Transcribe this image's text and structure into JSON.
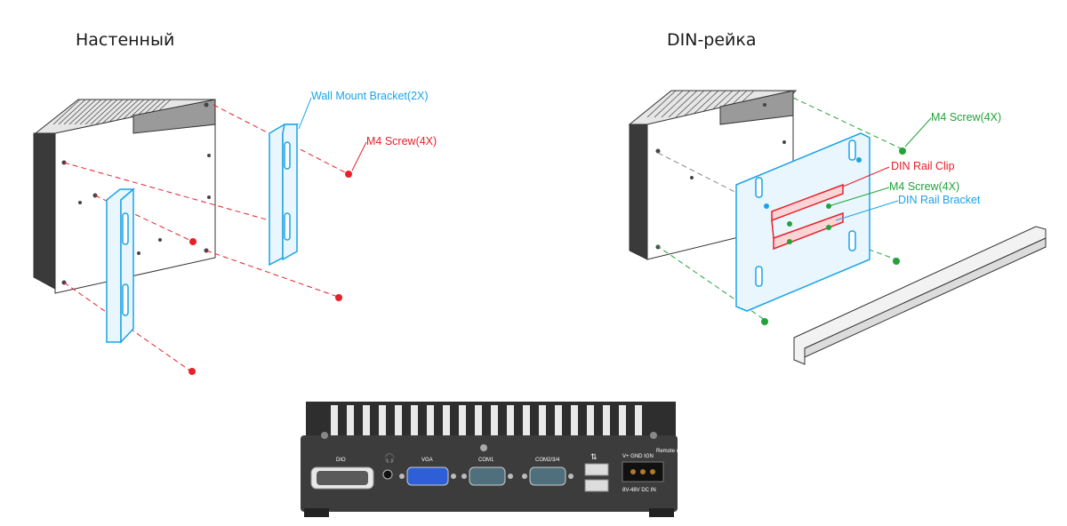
{
  "headings": {
    "wall": "Настенный",
    "din": "DIN-рейка"
  },
  "wall_mount": {
    "bracket_label": "Wall Mount Bracket(2X)",
    "screw_label": "M4 Screw(4X)"
  },
  "din_mount": {
    "screw_top_label": "M4 Screw(4X)",
    "clip_label": "DIN Rail Clip",
    "screw_mid_label": "M4 Screw(4X)",
    "bracket_label": "DIN Rail Bracket"
  },
  "rear_panel": {
    "dio": "DIO",
    "vga": "VGA",
    "com1": "COM1",
    "com234": "COM2/3/4",
    "power_pins": "V+  GND  IGN",
    "remote": "Remote on/off",
    "dc_in": "8V-48V DC IN"
  },
  "colors": {
    "bracket_blue": "#1aa3e8",
    "screw_red": "#e8202a",
    "screw_green": "#21a33a",
    "clip_red": "#e8202a"
  },
  "icons": [
    "headphone-icon",
    "usb-icon"
  ]
}
